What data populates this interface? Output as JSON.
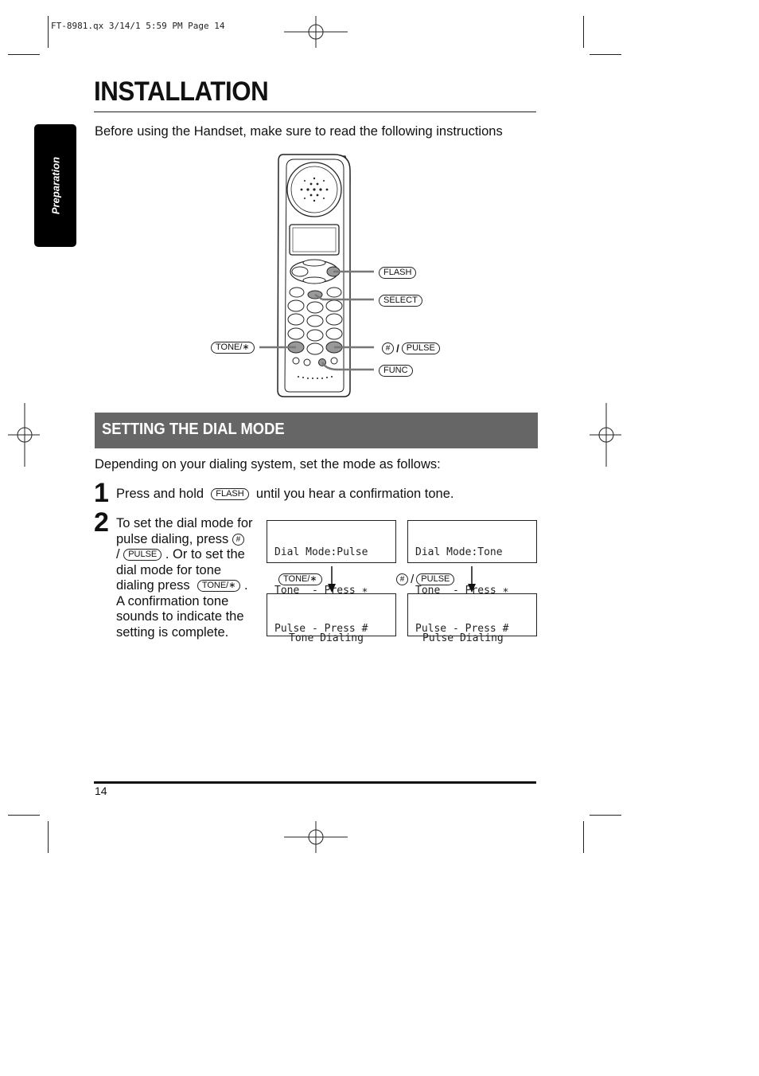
{
  "header": {
    "printer_line": "FT-8981.qx 3/14/1 5:59 PM Page 14"
  },
  "title": "INSTALLATION",
  "side_tab": "Preparation",
  "intro": "Before using the Handset, make sure to read the following instructions",
  "diagram": {
    "labels": {
      "flash": "FLASH",
      "select": "SELECT",
      "tone": "TONE/∗",
      "hash": "#",
      "slash": "/",
      "pulse": "PULSE",
      "func": "FUNC"
    }
  },
  "section": {
    "heading": "SETTING THE DIAL MODE",
    "intro": "Depending on your dialing system, set the mode as follows:"
  },
  "steps": [
    {
      "number": "1",
      "text_before": "Press and hold",
      "key": "FLASH",
      "text_after": "until you hear a confirmation tone."
    },
    {
      "number": "2",
      "line1": "To set the dial mode for",
      "line2": "pulse dialing, press",
      "key_hash": "#",
      "line3_slash": "/",
      "key_pulse": "PULSE",
      "line3_tail": ". Or to set the",
      "line4": "dial mode for tone",
      "line5": "dialing press",
      "key_tone": "TONE/∗",
      "line5_tail": ".",
      "line6": "A confirmation tone",
      "line7": "sounds to indicate the",
      "line8": "setting is complete."
    }
  ],
  "displays": {
    "left_top": [
      "Dial Mode:Pulse",
      "Tone  - Press ∗",
      "Pulse - Press #"
    ],
    "right_top": [
      "Dial Mode:Tone",
      "Tone  - Press ∗",
      "Pulse - Press #"
    ],
    "left_key": "TONE/∗",
    "right_key_hash": "#",
    "right_key_slash": "/",
    "right_key_pulse": "PULSE",
    "left_bottom": "Tone Dialing",
    "right_bottom": "Pulse Dialing"
  },
  "footer": {
    "page_number": "14"
  }
}
